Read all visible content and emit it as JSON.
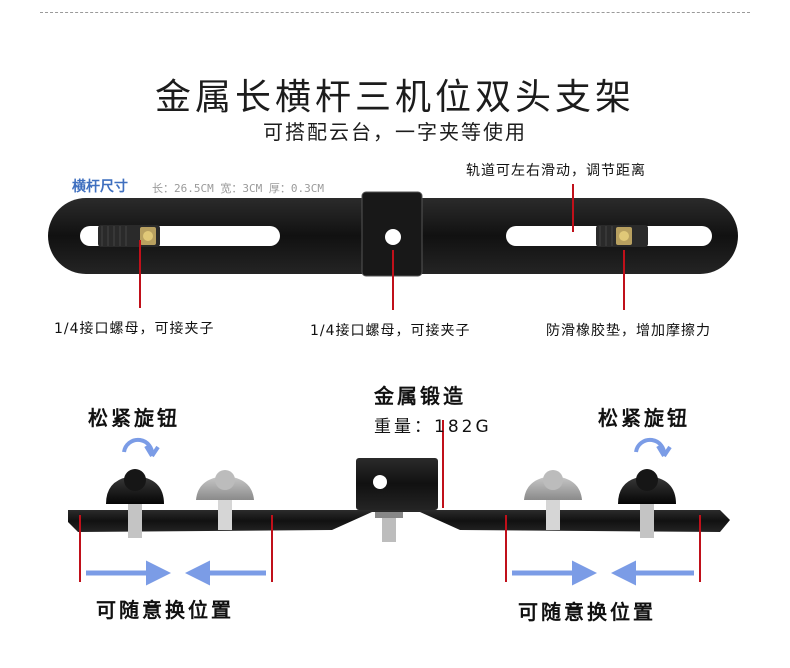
{
  "header": {
    "title": "金属长横杆三机位双头支架",
    "subtitle": "可搭配云台，一字夹等使用"
  },
  "dimensions": {
    "label": "横杆尺寸",
    "spec": "长：26.5CM 宽：3CM 厚：0.3CM"
  },
  "callouts": {
    "rail_slide": "轨道可左右滑动，调节距离",
    "nut_left": "1/4接口螺母，可接夹子",
    "nut_center": "1/4接口螺母，可接夹子",
    "pad": "防滑橡胶垫，增加摩擦力"
  },
  "side_view": {
    "material": "金属锻造",
    "weight": "重量：182G",
    "knob_left": "松紧旋钮",
    "knob_right": "松紧旋钮",
    "move_left": "可随意换位置",
    "move_right": "可随意换位置"
  },
  "colors": {
    "bar": "#1a1a1a",
    "callout_line": "#c0101a",
    "arrow": "#7b9ce6",
    "title_blue": "#3f6fbf"
  },
  "icons": {
    "rotate": "rotate-arrows-icon",
    "double_arrow": "inward-arrows-icon"
  }
}
